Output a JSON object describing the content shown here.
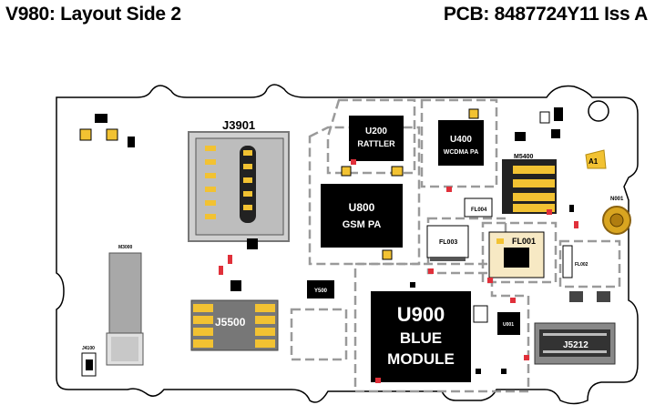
{
  "header": {
    "left_title": "V980: Layout Side 2",
    "right_title": "PCB: 8487724Y11 Iss A"
  },
  "components": {
    "j3901": "J3901",
    "u200_line1": "U200",
    "u200_line2": "RATTLER",
    "u400_line1": "U400",
    "u400_line2": "WCDMA PA",
    "u800_line1": "U800",
    "u800_line2": "GSM PA",
    "m5400": "M5400",
    "a1": "A1",
    "n001": "N001",
    "fl004": "FL004",
    "fl003": "FL003",
    "fl001": "FL001",
    "fl002": "FL002",
    "m3000": "M3000",
    "j5500": "J5500",
    "y500": "Y500",
    "u900_line1": "U900",
    "u900_line2": "BLUE",
    "u900_line3": "MODULE",
    "u001": "U001",
    "j5212": "J5212",
    "j4100": "J4100"
  },
  "colors": {
    "board_outline": "#000000",
    "chip_fill": "#000000",
    "gold_pad": "#f2c232",
    "shield_dash": "#9a9a9a",
    "resistor_red": "#e0303a",
    "connector_gray": "#b8b8b8",
    "motor_gray": "#a8a8a8"
  }
}
